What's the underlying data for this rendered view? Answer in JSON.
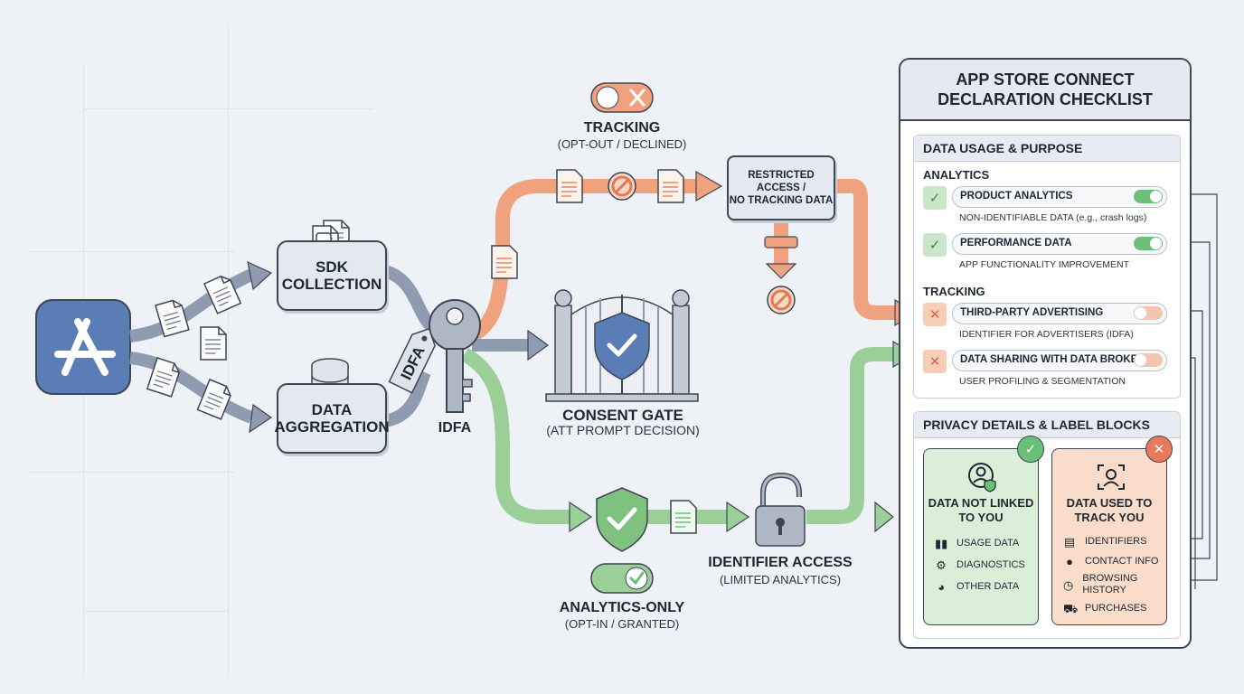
{
  "flow": {
    "sdk_label": "SDK\nCOLLECTION",
    "aggregation_label": "DATA\nAGGREGATION",
    "idfa_label": "IDFA",
    "idfa_tag": "IDFA",
    "consent_title": "CONSENT GATE",
    "consent_sub": "(ATT PROMPT DECISION)",
    "tracking_title": "TRACKING",
    "tracking_sub": "(OPT-OUT / DECLINED)",
    "restricted_label": "RESTRICTED\nACCESS /\nNO TRACKING DATA",
    "analytics_title": "ANALYTICS-ONLY",
    "analytics_sub": "(OPT-IN / GRANTED)",
    "identifier_title": "IDENTIFIER ACCESS",
    "identifier_sub": "(LIMITED ANALYTICS)"
  },
  "checklist": {
    "title": "APP STORE CONNECT DECLARATION CHECKLIST",
    "usage_section": {
      "title": "DATA USAGE & PURPOSE",
      "analytics_heading": "ANALYTICS",
      "tracking_heading": "TRACKING",
      "items": [
        {
          "label": "PRODUCT ANALYTICS",
          "desc": "NON-IDENTIFIABLE DATA (e.g., crash logs)",
          "state": "ok",
          "toggle": "on"
        },
        {
          "label": "PERFORMANCE DATA",
          "desc": "APP FUNCTIONALITY IMPROVEMENT",
          "state": "ok",
          "toggle": "on"
        },
        {
          "label": "THIRD-PARTY ADVERTISING",
          "desc": "IDENTIFIER FOR ADVERTISERS (IDFA)",
          "state": "no",
          "toggle": "off"
        },
        {
          "label": "DATA SHARING WITH DATA BROKERS",
          "desc": "USER PROFILING & SEGMENTATION",
          "state": "no",
          "toggle": "off"
        }
      ]
    },
    "privacy_section": {
      "title": "PRIVACY DETAILS & LABEL BLOCKS",
      "not_linked": {
        "title": "DATA NOT LINKED TO YOU",
        "rows": [
          {
            "icon": "bar-chart-icon",
            "text": "USAGE DATA"
          },
          {
            "icon": "gear-icon",
            "text": "DIAGNOSTICS"
          },
          {
            "icon": "pie-chart-icon",
            "text": "OTHER DATA"
          }
        ]
      },
      "tracked": {
        "title": "DATA USED TO TRACK YOU",
        "rows": [
          {
            "icon": "id-card-icon",
            "text": "IDENTIFIERS"
          },
          {
            "icon": "person-icon",
            "text": "CONTACT INFO"
          },
          {
            "icon": "clock-icon",
            "text": "BROWSING HISTORY"
          },
          {
            "icon": "cart-icon",
            "text": "PURCHASES"
          }
        ]
      }
    }
  },
  "colors": {
    "tracking": "#f0a27f",
    "analytics": "#9ccf98",
    "neutral": "#8f9bb0",
    "app_icon": "#5b7db5"
  }
}
